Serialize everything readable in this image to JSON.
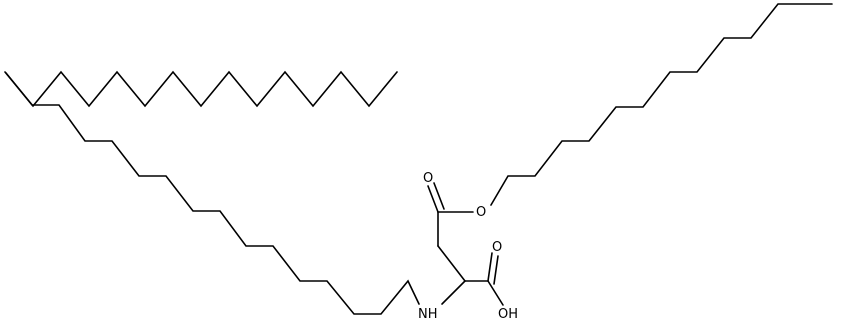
{
  "molecule": {
    "atom_labels": {
      "ester_carbonyl_oxygen": "O",
      "ester_oxygen": "O",
      "acid_carbonyl_oxygen": "O",
      "hydroxyl": "OH",
      "amine": "NH"
    }
  }
}
